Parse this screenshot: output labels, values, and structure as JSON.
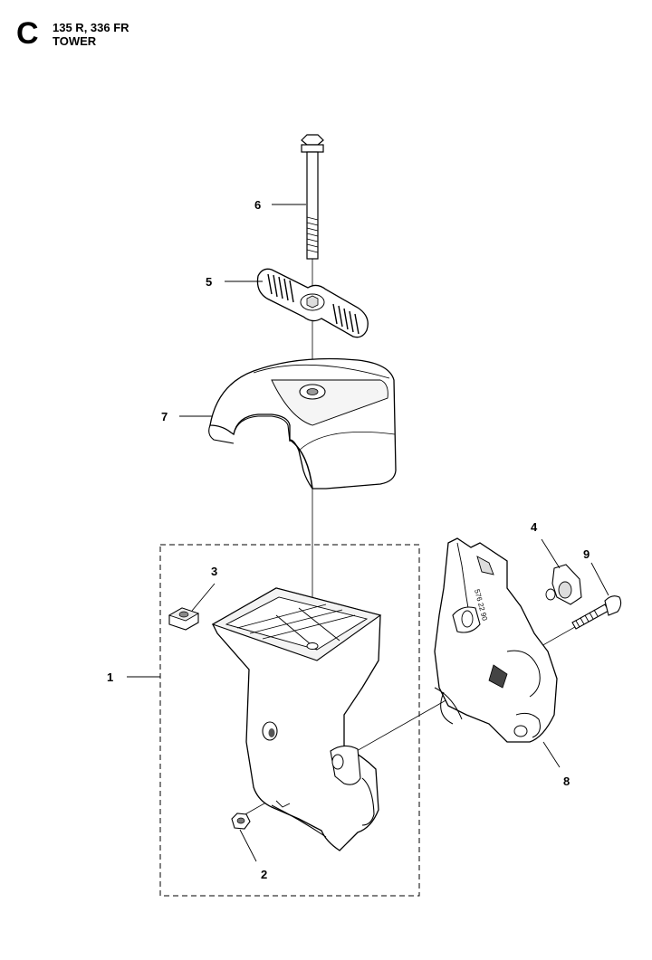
{
  "header": {
    "section_letter": "C",
    "model": "135 R, 336 FR",
    "subtitle": "TOWER"
  },
  "callouts": [
    {
      "id": "1",
      "label": "1"
    },
    {
      "id": "2",
      "label": "2"
    },
    {
      "id": "3",
      "label": "3"
    },
    {
      "id": "4",
      "label": "4"
    },
    {
      "id": "5",
      "label": "5"
    },
    {
      "id": "6",
      "label": "6"
    },
    {
      "id": "7",
      "label": "7"
    },
    {
      "id": "8",
      "label": "8"
    },
    {
      "id": "9",
      "label": "9"
    }
  ],
  "engraving": "576 22 90",
  "colors": {
    "line": "#000000",
    "fill_light": "#ffffff",
    "fill_grey": "#d9d9d9",
    "fill_dark": "#555555"
  }
}
